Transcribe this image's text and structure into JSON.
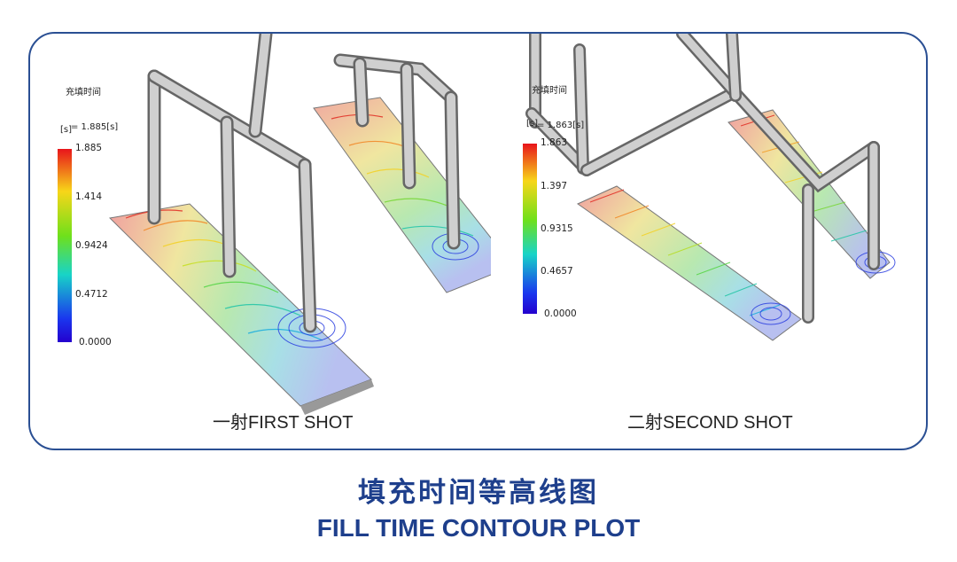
{
  "panels": [
    {
      "readout_label": "充填时间",
      "readout_value": "= 1.885[s]",
      "unit": "[s]",
      "ticks": [
        "1.885",
        "1.414",
        "0.9424",
        "0.4712",
        "0.0000"
      ],
      "caption": "一射FIRST SHOT"
    },
    {
      "readout_label": "充填时间",
      "readout_value": "= 1.863[s]",
      "unit": "[s]",
      "ticks": [
        "1.863",
        "1.397",
        "0.9315",
        "0.4657",
        "0.0000"
      ],
      "caption": "二射SECOND SHOT"
    }
  ],
  "title_cn": "填充时间等高线图",
  "title_en": "FILL TIME CONTOUR PLOT",
  "colors": {
    "frame": "#2a4f93",
    "title": "#1e3f8c",
    "colorbar_top": "#e8141b",
    "colorbar_bottom": "#2400ce"
  }
}
